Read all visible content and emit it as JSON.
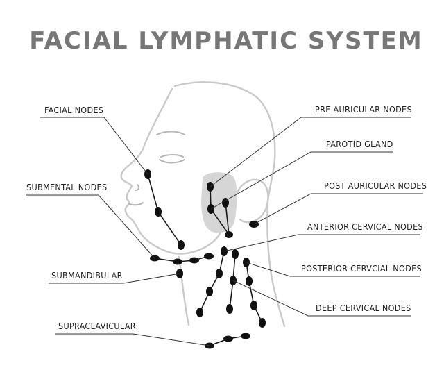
{
  "title": "FACIAL LYMPHATIC SYSTEM",
  "labels": {
    "facial_nodes": "FACIAL NODES",
    "submental_nodes": "SUBMENTAL NODES",
    "submandibular": "SUBMANDIBULAR",
    "supraclavicular": "SUPRACLAVICULAR",
    "pre_auricular_nodes": "PRE AURICULAR NODES",
    "parotid_gland": "PAROTID GLAND",
    "post_auricular_nodes": "POST AURICULAR NODES",
    "anterior_cervical_nodes": "ANTERIOR CERVICAL NODES",
    "posterior_cervical_nodes": "POSTERIOR CERVCIAL NODES",
    "deep_cervical_nodes": "DEEP CERVICAL NODES"
  },
  "colors": {
    "title": "#777777",
    "node": "#111111",
    "outline": "#c9c9c9",
    "gland": "#d6d6d6"
  }
}
